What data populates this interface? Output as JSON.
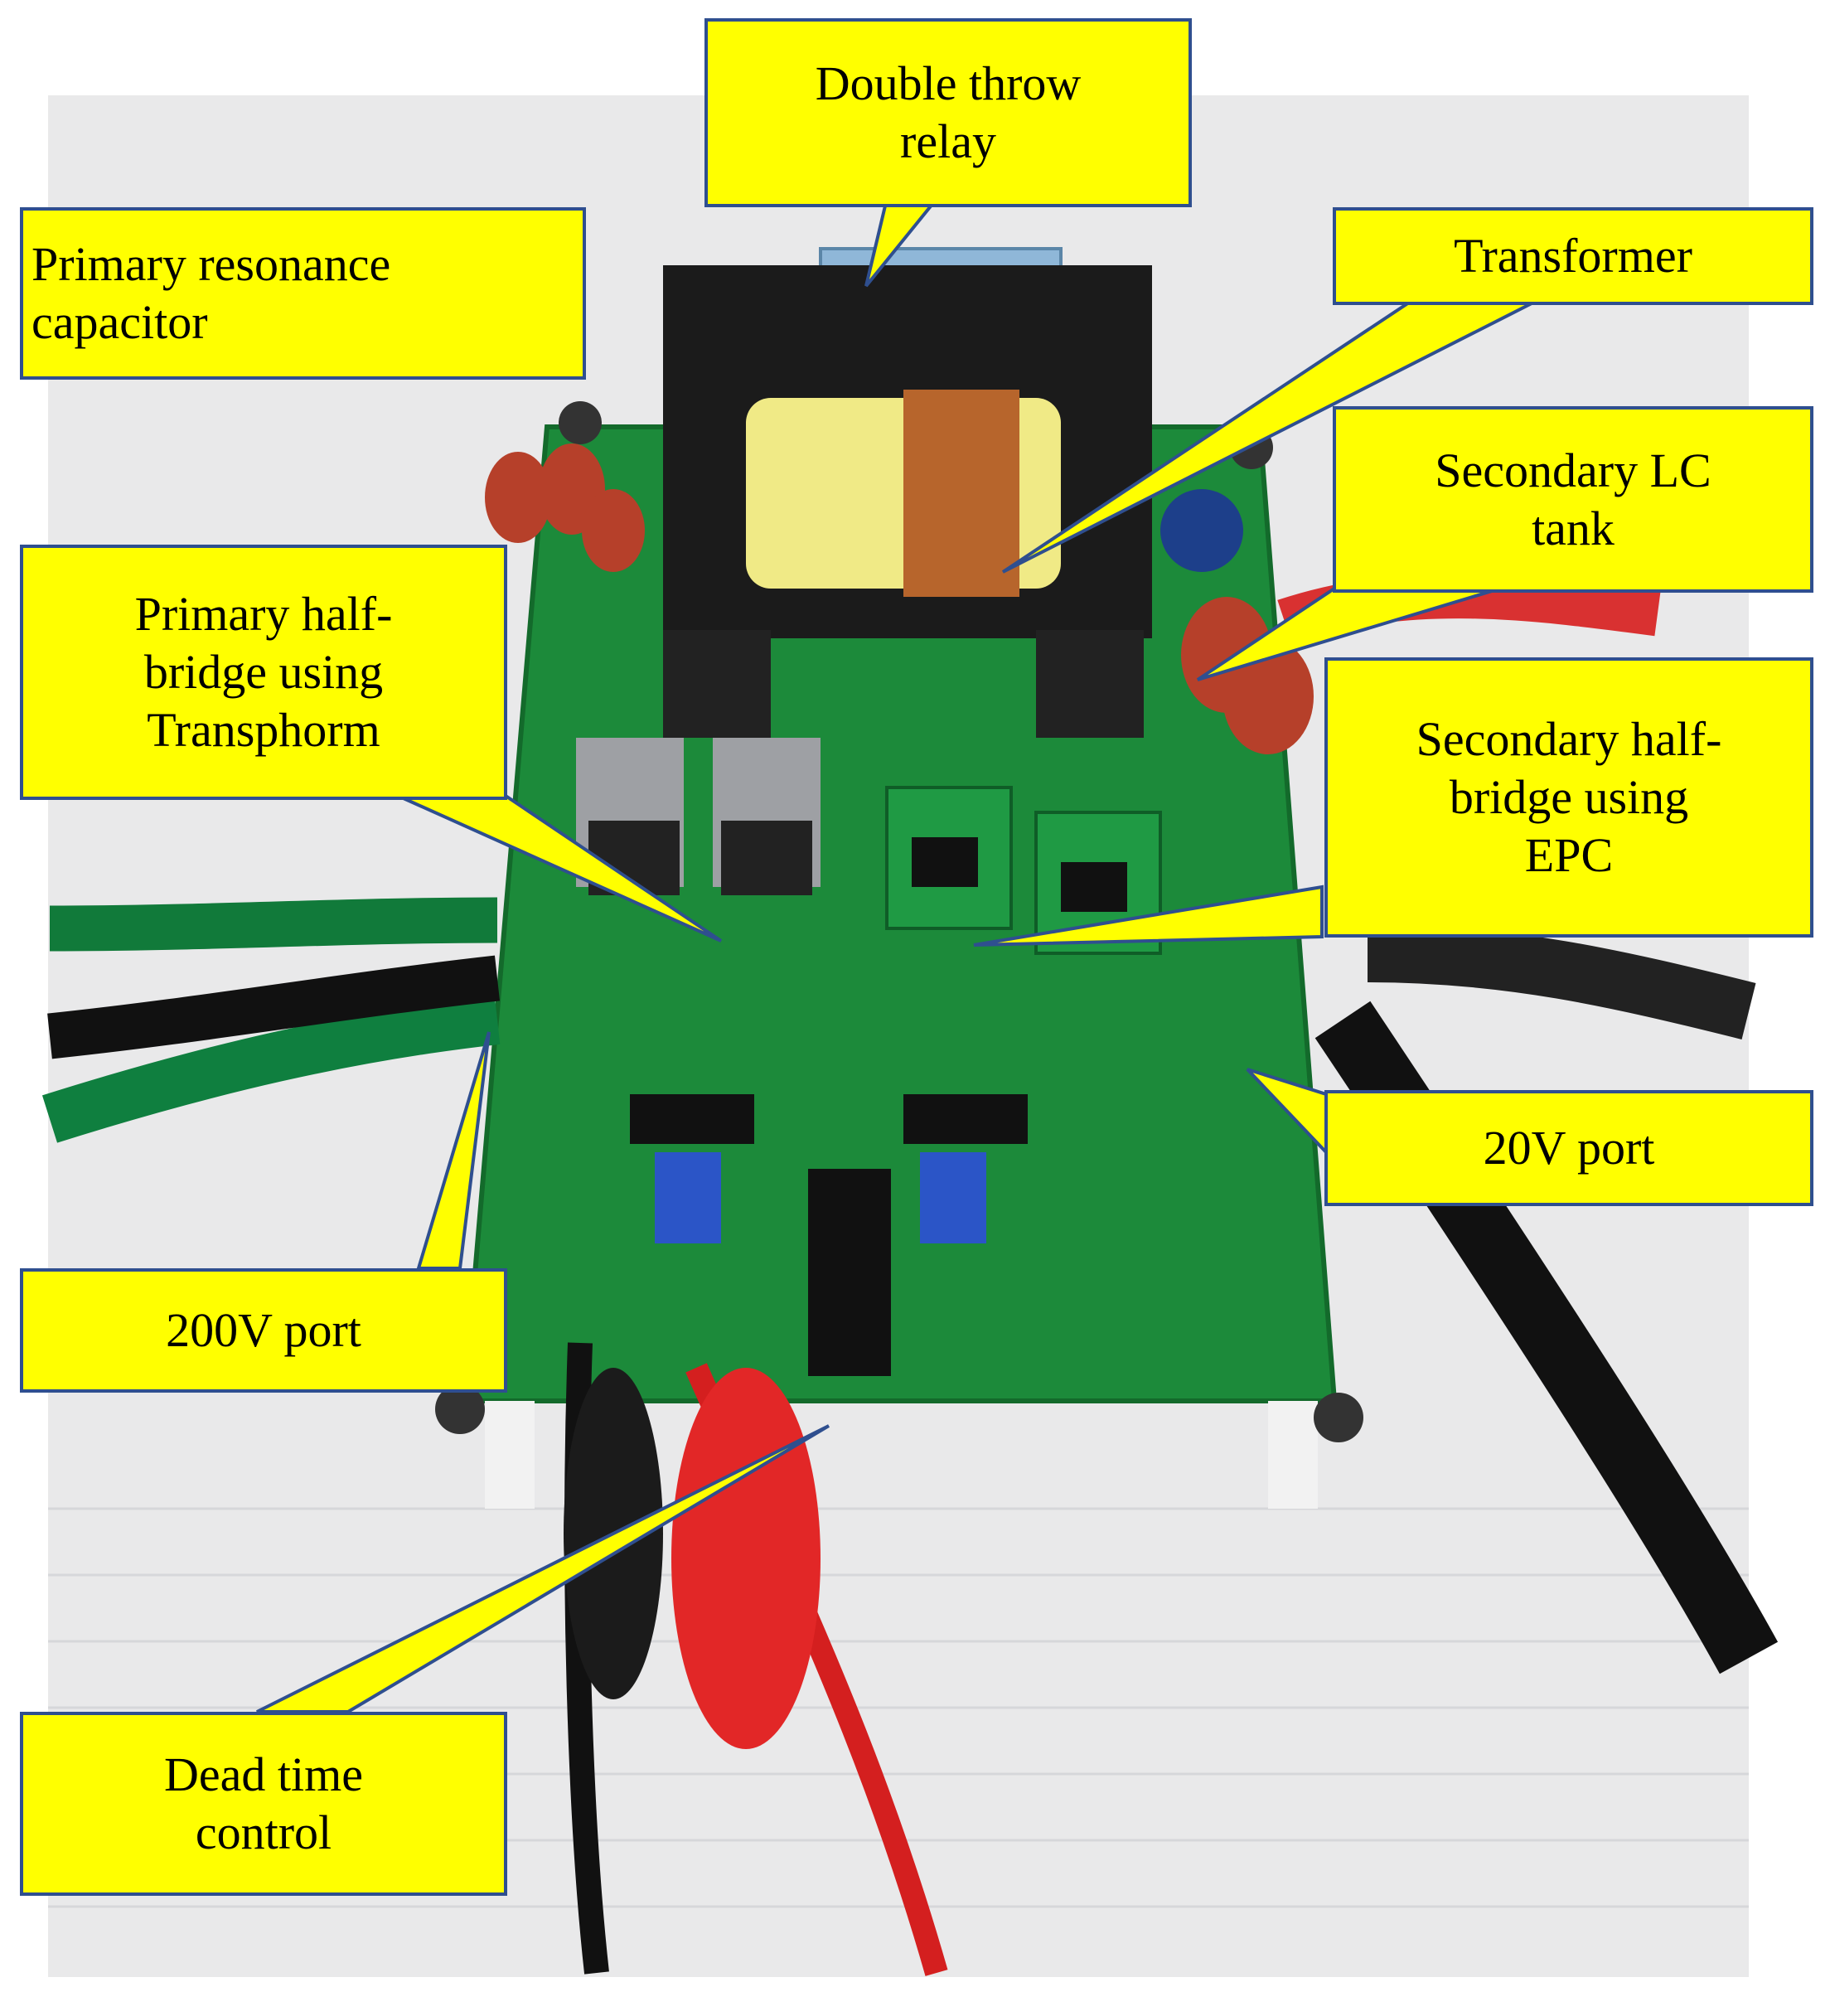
{
  "colors": {
    "callout_fill": "#ffff00",
    "callout_border": "#2f4f8f",
    "pcb_green": "#1c8a3a"
  },
  "callouts": {
    "relay": "Double throw\nrelay",
    "primary_cap": "Primary resonance\ncapacitor",
    "transformer": "Transformer",
    "secondary_lc": "Secondary LC\ntank",
    "primary_half_bridge": "Primary half-\nbridge using\nTransphorm",
    "secondary_half_bridge": "Secondary half-\nbridge using\nEPC",
    "port_20v": "20V port",
    "port_200v": "200V port",
    "dead_time": "Dead time\ncontrol"
  },
  "icons": {
    "photo": "circuit-board-photo-icon"
  }
}
